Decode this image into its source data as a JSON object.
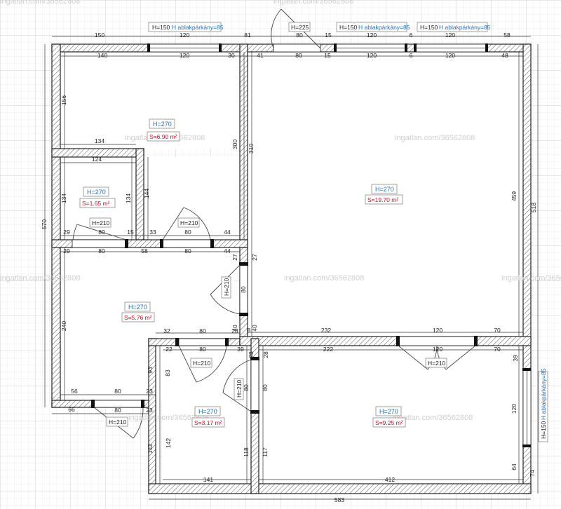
{
  "watermark": "ingatlan.com/36562808",
  "rooms": [
    {
      "height": "H=270",
      "area": "S=6.90 m²"
    },
    {
      "height": "H=270",
      "area": "S=19.70 m²"
    },
    {
      "height": "H=270",
      "area": "S=1.65 m²"
    },
    {
      "height": "H=270",
      "area": "S=5.76 m²"
    },
    {
      "height": "H=270",
      "area": "S=3.17 m²"
    },
    {
      "height": "H=270",
      "area": "S=9.25 m²"
    }
  ],
  "windows": [
    {
      "height": "H=150",
      "sill": "H ablakpárkány=85"
    },
    {
      "height": "H=150",
      "sill": "H ablakpárkány=85"
    },
    {
      "height": "H=150",
      "sill": "H ablakpárkány=85"
    },
    {
      "height": "H=150",
      "sill": "H ablakpárkány=85"
    }
  ],
  "doors": [
    "H=225",
    "H=210",
    "H=210",
    "H=210",
    "H=210",
    "H=210",
    "H=210",
    "H=210"
  ],
  "dimensions": {
    "top_outer": [
      "150",
      "120",
      "81",
      "80",
      "15",
      "120",
      "6",
      "120",
      "58"
    ],
    "top_inner": [
      "140",
      "120",
      "30",
      "41",
      "80",
      "15",
      "120",
      "6",
      "120",
      "48"
    ],
    "left_outer": "570",
    "right_outer": "518",
    "bottom_outer": "583",
    "right_lower": "74",
    "misc": [
      "156",
      "134",
      "300",
      "310",
      "124",
      "134",
      "144",
      "134",
      "459",
      "29",
      "80",
      "15",
      "33",
      "80",
      "44",
      "29",
      "80",
      "58",
      "80",
      "44",
      "27",
      "27",
      "80",
      "240",
      "40",
      "40",
      "8",
      "232",
      "120",
      "70",
      "32",
      "80",
      "28",
      "22",
      "80",
      "39",
      "28",
      "222",
      "70",
      "39",
      "93",
      "83",
      "28",
      "80",
      "80",
      "56",
      "80",
      "23",
      "23",
      "66",
      "80",
      "142",
      "142",
      "118",
      "117",
      "141",
      "412",
      "120",
      "120",
      "64"
    ]
  }
}
